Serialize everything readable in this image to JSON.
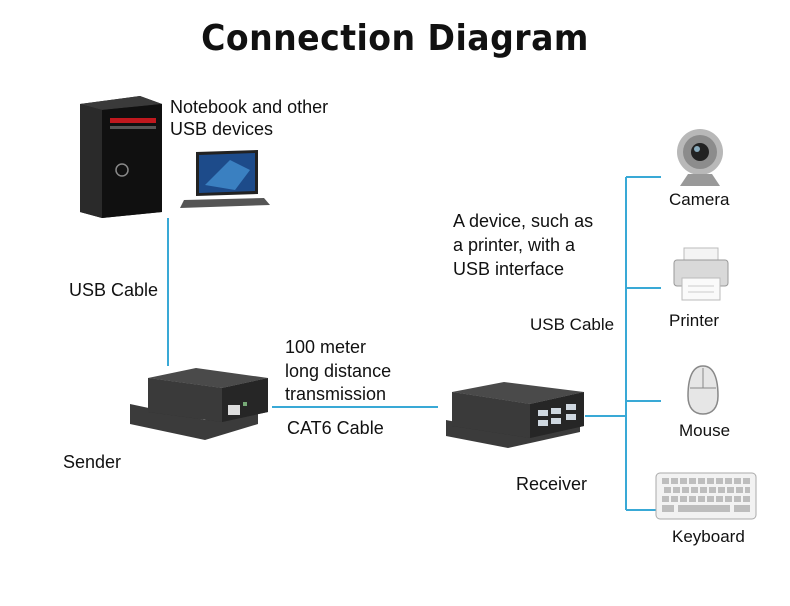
{
  "title": "Connection Diagram",
  "labels": {
    "notebook_line1": "Notebook and other",
    "notebook_line2": "USB devices",
    "usb_cable_left": "USB Cable",
    "distance_line1": "100 meter",
    "distance_line2": "long distance",
    "distance_line3": "transmission",
    "cat6_cable": "CAT6 Cable",
    "sender": "Sender",
    "receiver": "Receiver",
    "device_line1": "A device, such as",
    "device_line2": "a printer, with a",
    "device_line3": "USB interface",
    "usb_cable_right": "USB Cable",
    "camera": "Camera",
    "printer": "Printer",
    "mouse": "Mouse",
    "keyboard": "Keyboard"
  },
  "colors": {
    "connector_line": "#39a9d6",
    "device_body": "#2b2b2b",
    "pc_accent": "#c0181e"
  },
  "icons": [
    "desktop-pc-icon",
    "laptop-icon",
    "sender-box-icon",
    "receiver-box-icon",
    "camera-icon",
    "printer-icon",
    "mouse-icon",
    "keyboard-icon"
  ]
}
